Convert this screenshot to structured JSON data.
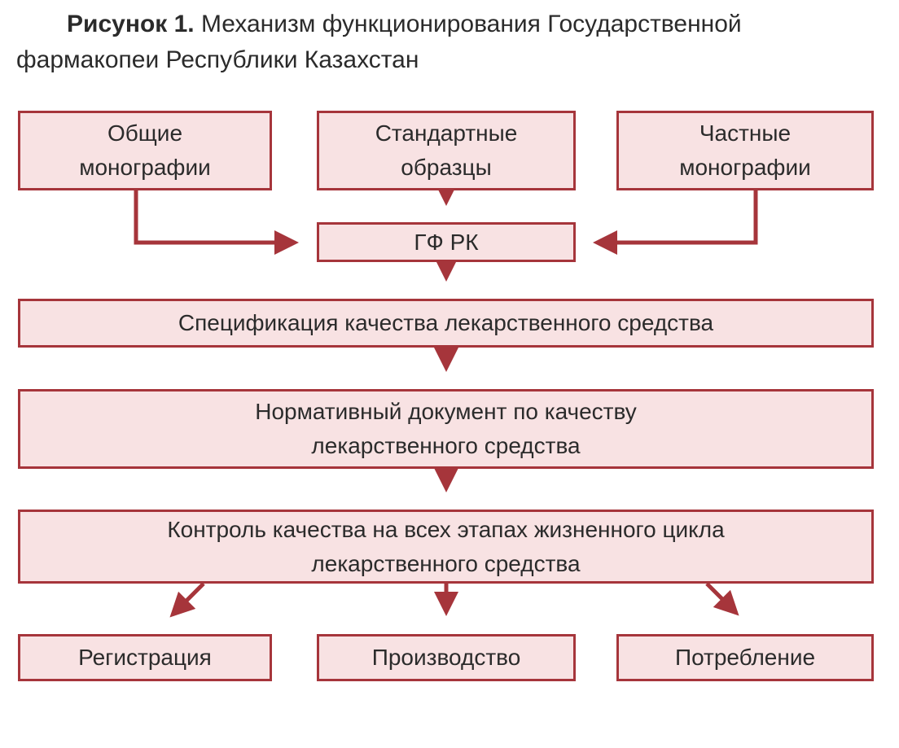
{
  "caption": {
    "label": "Рисунок 1.",
    "text_line1": " Механизм функционирования Государственной",
    "text_line2": "фармакопеи Республики Казахстан"
  },
  "boxes": {
    "general": "Общие\nмонографии",
    "standards": "Стандартные\nобразцы",
    "private": "Частные\nмонографии",
    "gf": "ГФ РК",
    "spec": "Спецификация качества лекарственного средства",
    "norm": "Нормативный документ по качеству\nлекарственного средства",
    "control": "Контроль качества на всех этапах жизненного цикла\nлекарственного средства",
    "registration": "Регистрация",
    "production": "Производство",
    "consumption": "Потребление"
  },
  "colors": {
    "border": "#a6353b",
    "fill": "#f8e2e3",
    "text": "#2b2b2b"
  }
}
